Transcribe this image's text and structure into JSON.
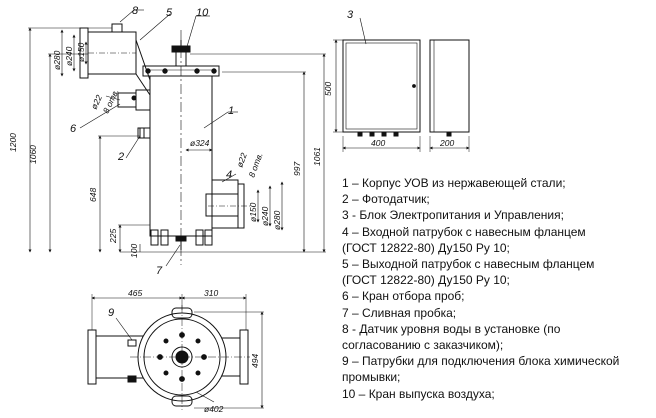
{
  "callouts": {
    "c1": "1",
    "c2": "2",
    "c3": "3",
    "c4": "4",
    "c5": "5",
    "c6": "6",
    "c7": "7",
    "c8": "8",
    "c9": "9",
    "c10": "10"
  },
  "front_view_dims": {
    "d280": "ø280",
    "d240": "ø240",
    "d150": "ø150",
    "d22": "ø22",
    "holes": "8 отв.",
    "h1200": "1200",
    "h1060": "1060",
    "h648": "648",
    "h225": "225",
    "h100": "100",
    "d324": "ø324",
    "h997": "997",
    "h1061": "1061",
    "r22": "ø22",
    "r8": "8 отв.",
    "r150": "ø150",
    "r240": "ø240",
    "r280": "ø280"
  },
  "plan_view_dims": {
    "w465": "465",
    "w310": "310",
    "h494": "494",
    "d402": "ø402"
  },
  "cabinet_dims": {
    "w400": "400",
    "h500": "500",
    "d200": "200"
  },
  "legend": [
    "1 – Корпус УОВ из нержавеющей стали;",
    "2 – Фотодатчик;",
    "3 - Блок Электропитания и Управления;",
    "4 – Входной патрубок с навесным  фланцем",
    "(ГОСТ  12822-80)  Ду150  Ру 10;",
    "5 – Выходной патрубок с навесным фланцем",
    "(ГОСТ  12822-80)  Ду150  Ру 10;",
    "6 – Кран отбора проб;",
    "7 – Сливная  пробка;",
    "8 - Датчик уровня воды в установке (по",
    "согласованию с заказчиком);",
    "9 – Патрубки для подключения блока химической",
    "промывки;",
    "10 – Кран выпуска  воздуха;"
  ]
}
